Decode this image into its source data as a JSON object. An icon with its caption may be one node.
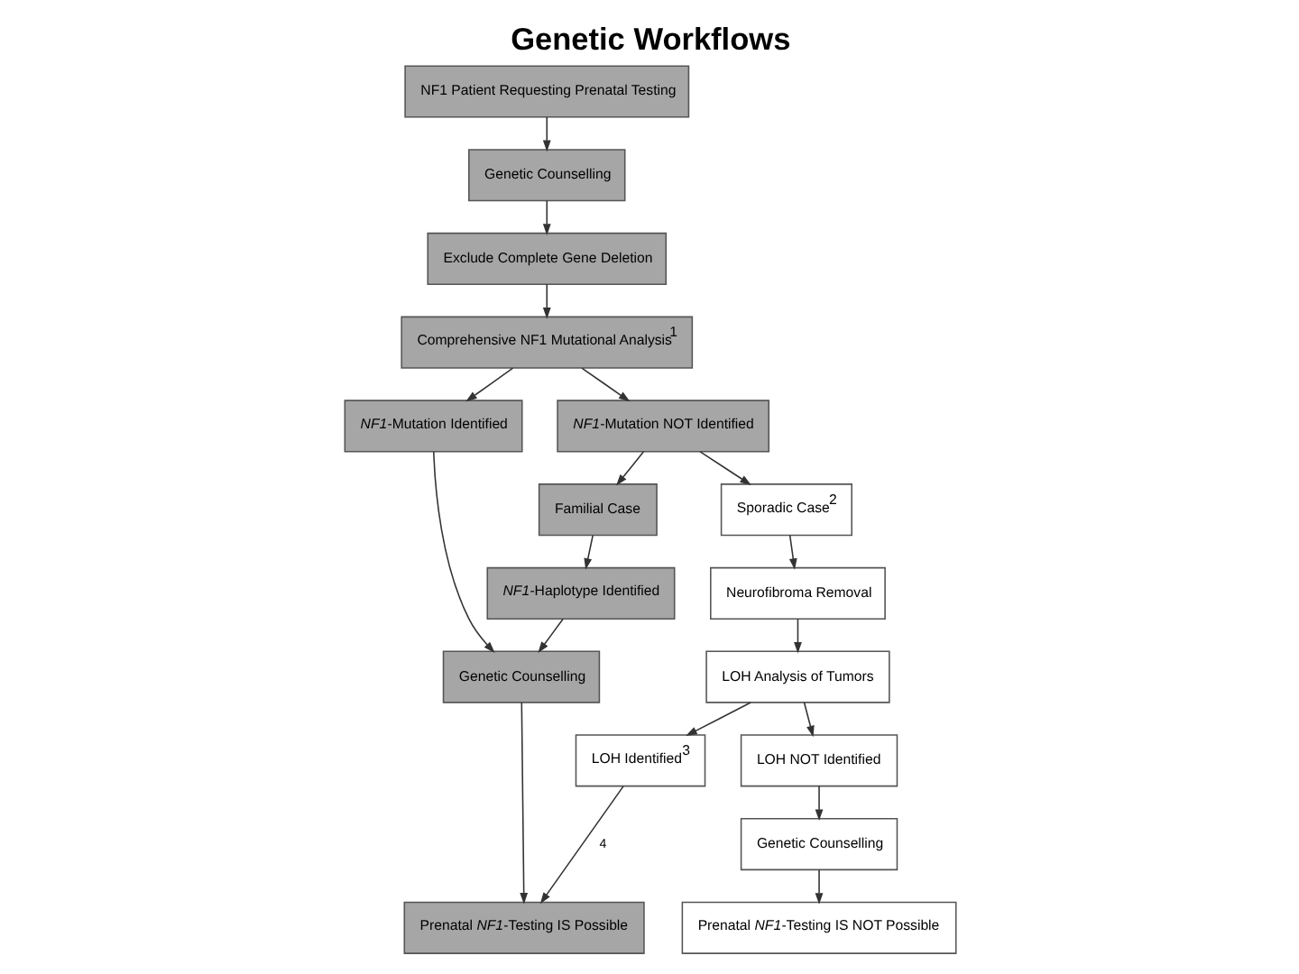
{
  "diagram": {
    "title": "Genetic Workflows",
    "nodes": [
      {
        "text": [
          "NF1 Patient Requesting Prenatal Testing"
        ]
      },
      {
        "text": [
          "Genetic Counselling"
        ]
      },
      {
        "text": [
          "Exclude Complete Gene Deletion"
        ]
      },
      {
        "text": [
          "Comprehensive NF1 Mutational Analysis$^{1}$"
        ]
      },
      {
        "text": [
          "*NF1*-Mutation Identified"
        ]
      },
      {
        "text": [
          "*NF1*-Mutation NOT Identified"
        ]
      },
      {
        "text": [
          "Familial Case"
        ]
      },
      {
        "text": [
          "Sporadic Case$^{2}$"
        ]
      },
      {
        "text": [
          "*NF1*-Haplotype Identified"
        ]
      },
      {
        "text": [
          "Neurofibroma Removal"
        ]
      },
      {
        "text": [
          "LOH Analysis of Tumors"
        ]
      },
      {
        "text": [
          "Genetic Counselling"
        ]
      },
      {
        "text": [
          "LOH Identified$^{3}$"
        ]
      },
      {
        "text": [
          "LOH NOT Identified"
        ]
      },
      {
        "text": [
          "Genetic Counselling"
        ]
      },
      {
        "text": [
          "Prenatal *NF1*-Testing IS Possible"
        ]
      },
      {
        "text": [
          "Prenatal *NF1*-Testing IS NOT Possible"
        ]
      }
    ],
    "edges": [
      {
        "from": 0,
        "to": 1,
        "arrow": "to"
      },
      {
        "from": 1,
        "to": 2,
        "arrow": "to"
      },
      {
        "from": 2,
        "to": 3,
        "arrow": "to"
      },
      {
        "from": 3,
        "to": 4,
        "arrow": "to"
      },
      {
        "from": 3,
        "to": 5,
        "arrow": "to"
      },
      {
        "from": 5,
        "to": 6,
        "arrow": "to"
      },
      {
        "from": 5,
        "to": 7,
        "arrow": "to"
      },
      {
        "from": 6,
        "to": 8,
        "arrow": "to"
      },
      {
        "from": 7,
        "to": 9,
        "arrow": "to"
      },
      {
        "from": 9,
        "to": 10,
        "arrow": "to"
      },
      {
        "from": 4,
        "to": 11,
        "arrow": "to"
      },
      {
        "from": 8,
        "to": 11,
        "arrow": "to"
      },
      {
        "from": 10,
        "to": 12,
        "arrow": "to"
      },
      {
        "from": 10,
        "to": 13,
        "arrow": "to"
      },
      {
        "from": 13,
        "to": 14,
        "arrow": "to"
      },
      {
        "from": 11,
        "to": 15,
        "arrow": "to"
      },
      {
        "from": 12,
        "to": 15,
        "arrow": "to",
        "label": "4"
      },
      {
        "from": 14,
        "to": 16,
        "arrow": "to"
      }
    ]
  }
}
